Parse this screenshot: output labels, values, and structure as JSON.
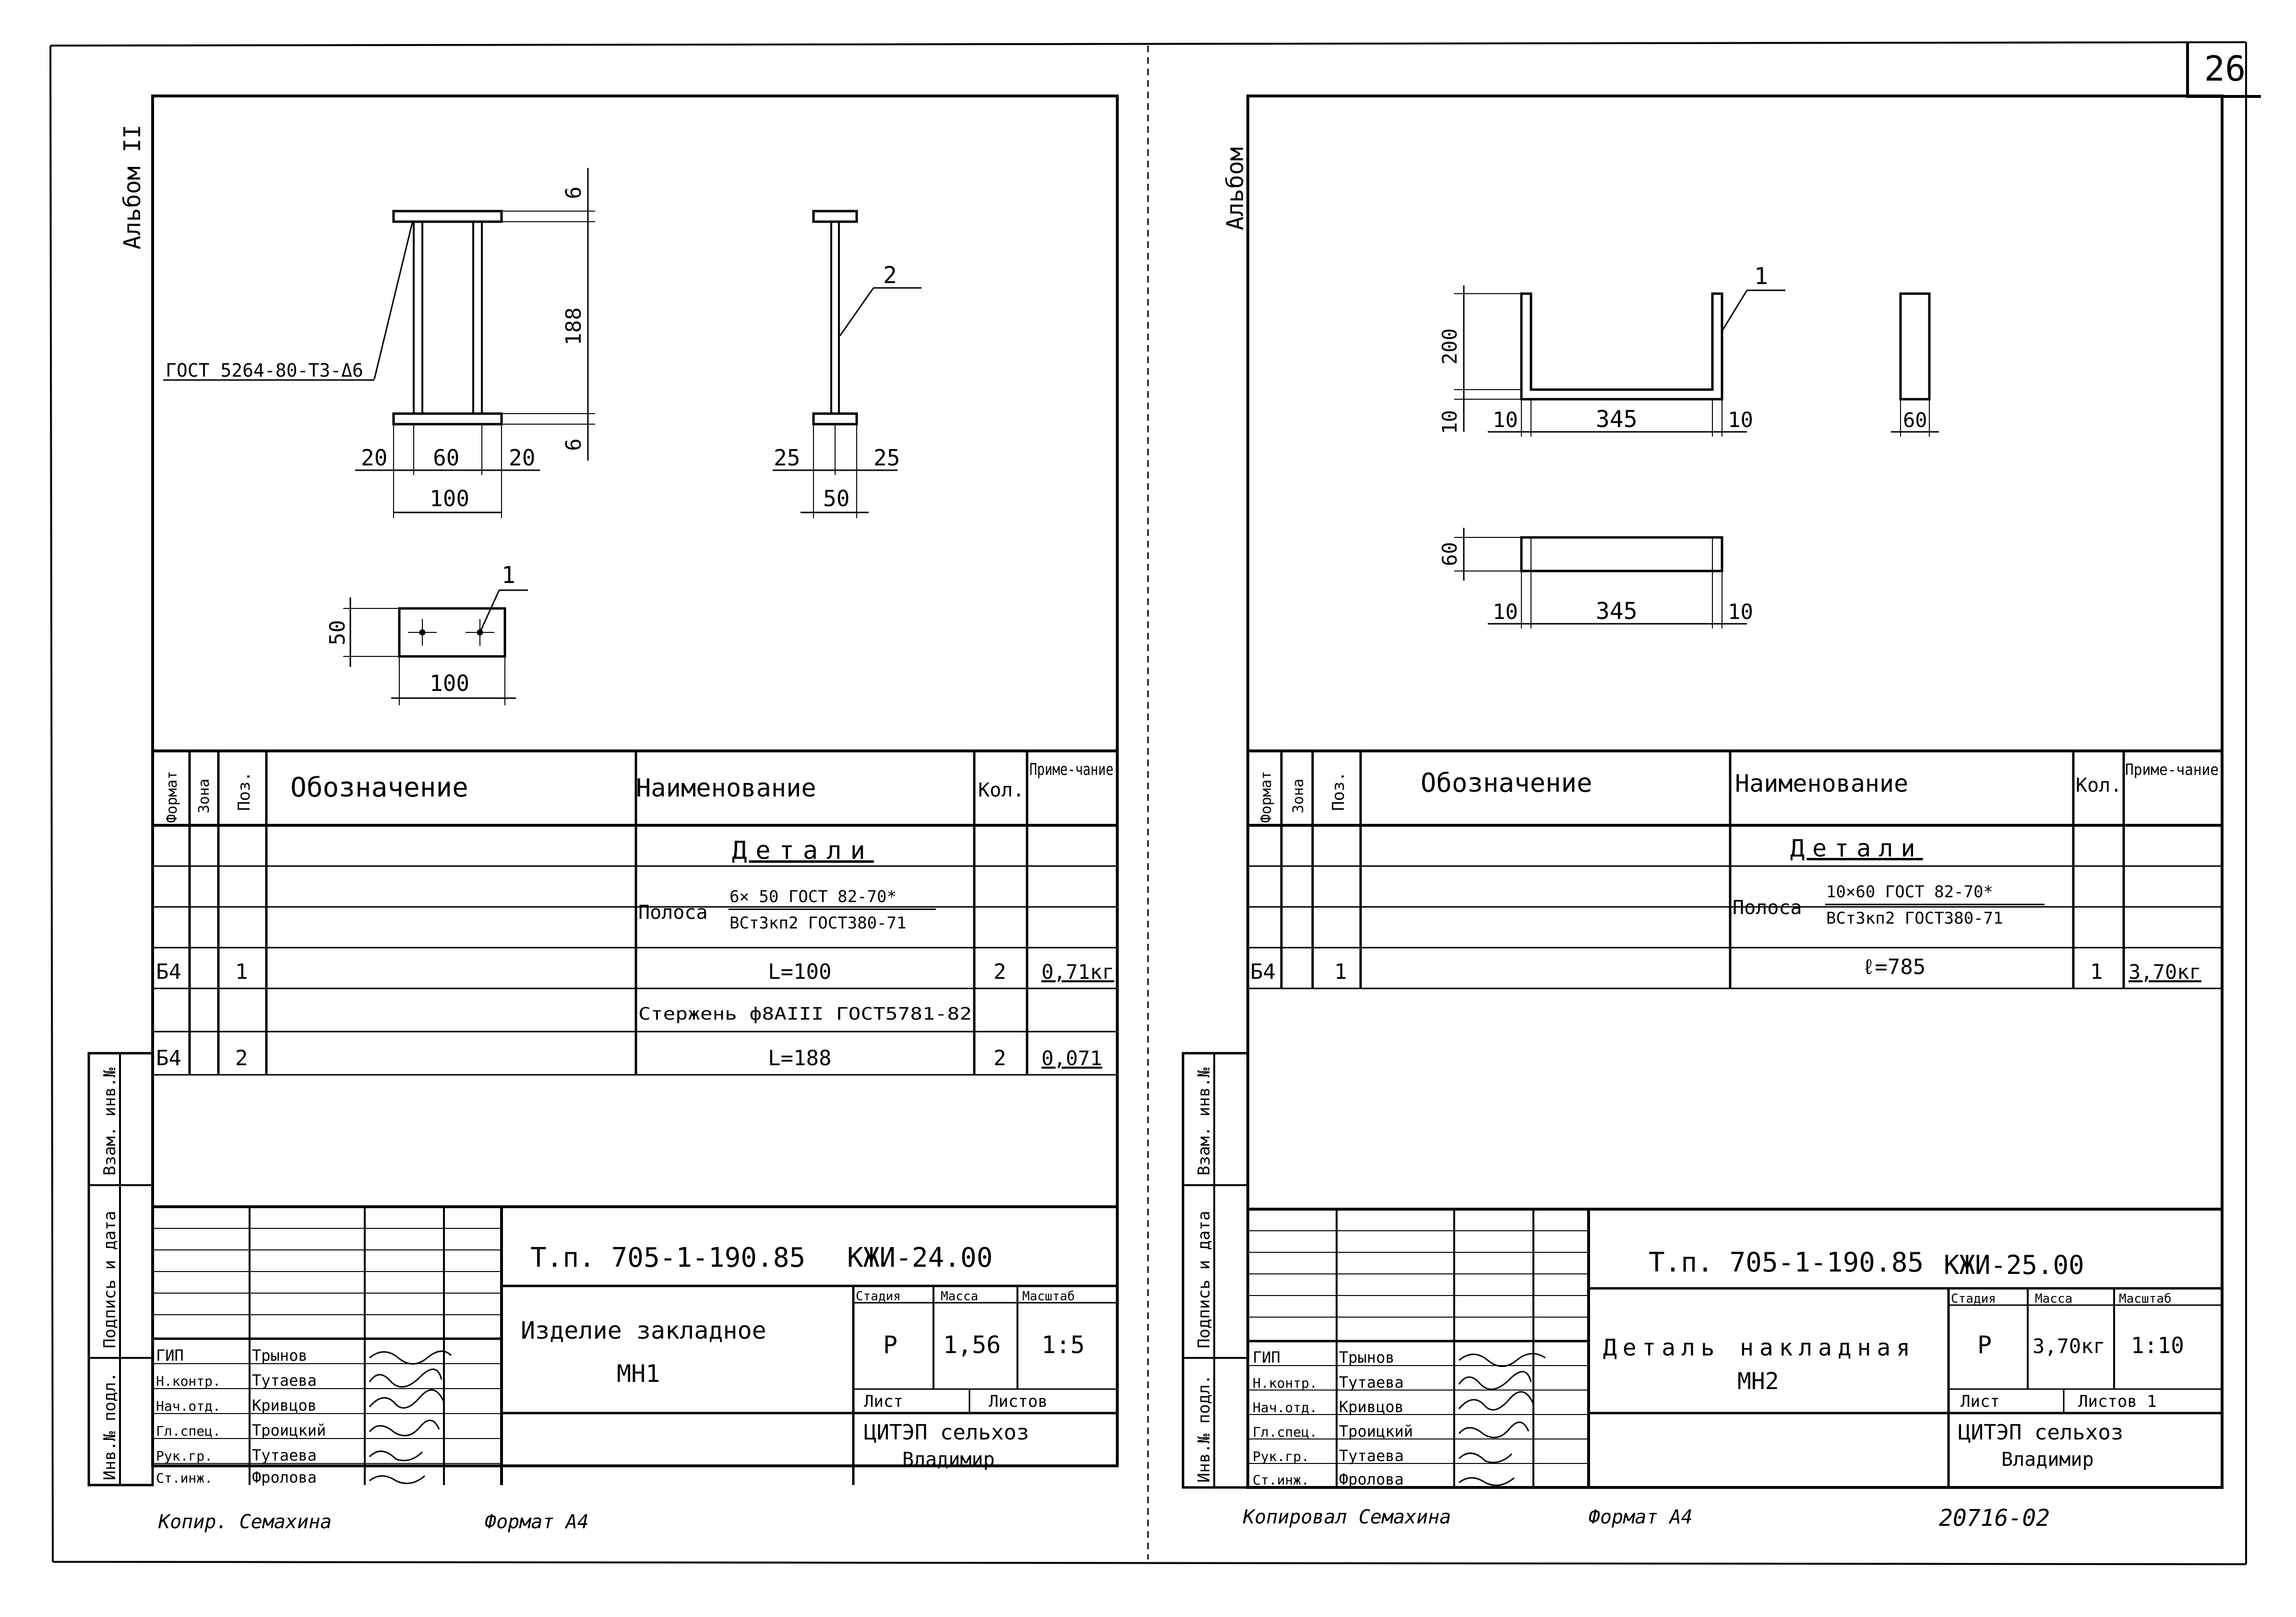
{
  "page_number": "26",
  "left": {
    "album": "Альбом II",
    "drawing": {
      "weld_note": "ГОСТ 5264-80-Т3-Δ6",
      "dims_front": {
        "top": "6",
        "height": "188",
        "bottom": "6",
        "left": "20",
        "mid": "60",
        "right": "20",
        "total": "100"
      },
      "dims_side": {
        "left": "25",
        "right": "25",
        "total": "50",
        "callout": "2"
      },
      "dims_plate": {
        "height": "50",
        "width": "100",
        "callout": "1"
      }
    },
    "spec": {
      "headers": {
        "format": "Формат",
        "zone": "Зона",
        "pos": "Поз.",
        "designation": "Обозначение",
        "name": "Наименование",
        "qty": "Кол.",
        "note": "Приме-чание"
      },
      "section": "Детали",
      "rows": [
        {
          "format": "",
          "pos": "",
          "name_prefix": "Полоса",
          "name_top": "6× 50 ГОСТ 82-70*",
          "name_bottom": "ВСт3кп2 ГОСТ380-71",
          "qty": "",
          "note": ""
        },
        {
          "format": "Б4",
          "pos": "1",
          "name": "L=100",
          "qty": "2",
          "note": "0,71кг"
        },
        {
          "format": "",
          "pos": "",
          "name": "Стержень ф8АIII ГОСТ5781-82",
          "qty": "",
          "note": ""
        },
        {
          "format": "Б4",
          "pos": "2",
          "name": "L=188",
          "qty": "2",
          "note": "0,071"
        }
      ]
    },
    "title_block": {
      "doc_code": "Т.п. 705-1-190.85",
      "sheet_code": "КЖИ-24.00",
      "name_line1": "Изделие закладное",
      "name_line2": "МН1",
      "col_stage": "Стадия",
      "col_mass": "Масса",
      "col_scale": "Масштаб",
      "stage": "Р",
      "mass": "1,56",
      "scale": "1:5",
      "sheet_label": "Лист",
      "sheets_label": "Листов",
      "org_line1": "ЦИТЭП сельхоз",
      "org_line2": "Владимир",
      "roles": [
        "ГИП",
        "Н.контр.",
        "Нач.отд.",
        "Гл.спец.",
        "Рук.гр.",
        "Ст.инж."
      ],
      "names": [
        "Трынов",
        "Тутаева",
        "Кривцов",
        "Троицкий",
        "Тутаева",
        "Фролова"
      ],
      "side_labels": [
        "Инв.№ подл.",
        "Подпись и дата",
        "Взам. инв.№"
      ]
    },
    "footer": {
      "copied": "Копир. Семахина",
      "format": "Формат А4"
    }
  },
  "right": {
    "album": "Альбом",
    "drawing": {
      "callout": "1",
      "dims_channel": {
        "height": "200",
        "thick": "10",
        "left": "10",
        "mid": "345",
        "right": "10"
      },
      "dims_side": {
        "width": "60"
      },
      "dims_plan": {
        "height": "60",
        "left": "10",
        "mid": "345",
        "right": "10"
      }
    },
    "spec": {
      "headers": {
        "format": "Формат",
        "zone": "Зона",
        "pos": "Поз.",
        "designation": "Обозначение",
        "name": "Наименование",
        "qty": "Кол.",
        "note": "Приме-чание"
      },
      "section": "Детали",
      "rows": [
        {
          "format": "",
          "pos": "",
          "name_prefix": "Полоса",
          "name_top": "10×60 ГОСТ 82-70*",
          "name_bottom": "ВСт3кп2 ГОСТ380-71",
          "qty": "",
          "note": ""
        },
        {
          "format": "Б4",
          "pos": "1",
          "name": "ℓ=785",
          "qty": "1",
          "note": "3,70кг"
        }
      ]
    },
    "title_block": {
      "doc_code": "Т.п. 705-1-190.85",
      "sheet_code": "КЖИ-25.00",
      "name_line1": "Деталь накладная",
      "name_line2": "МН2",
      "col_stage": "Стадия",
      "col_mass": "Масса",
      "col_scale": "Масштаб",
      "stage": "Р",
      "mass": "3,70кг",
      "scale": "1:10",
      "sheet_label": "Лист",
      "sheets_label": "Листов 1",
      "org_line1": "ЦИТЭП сельхоз",
      "org_line2": "Владимир",
      "roles": [
        "ГИП",
        "Н.контр.",
        "Нач.отд.",
        "Гл.спец.",
        "Рук.гр.",
        "Ст.инж."
      ],
      "names": [
        "Трынов",
        "Тутаева",
        "Кривцов",
        "Троицкий",
        "Тутаева",
        "Фролова"
      ],
      "side_labels": [
        "Инв.№ подл.",
        "Подпись и дата",
        "Взам. инв.№"
      ]
    },
    "footer": {
      "copied": "Копировал Семахина",
      "format": "Формат А4",
      "archive": "20716-02"
    }
  }
}
